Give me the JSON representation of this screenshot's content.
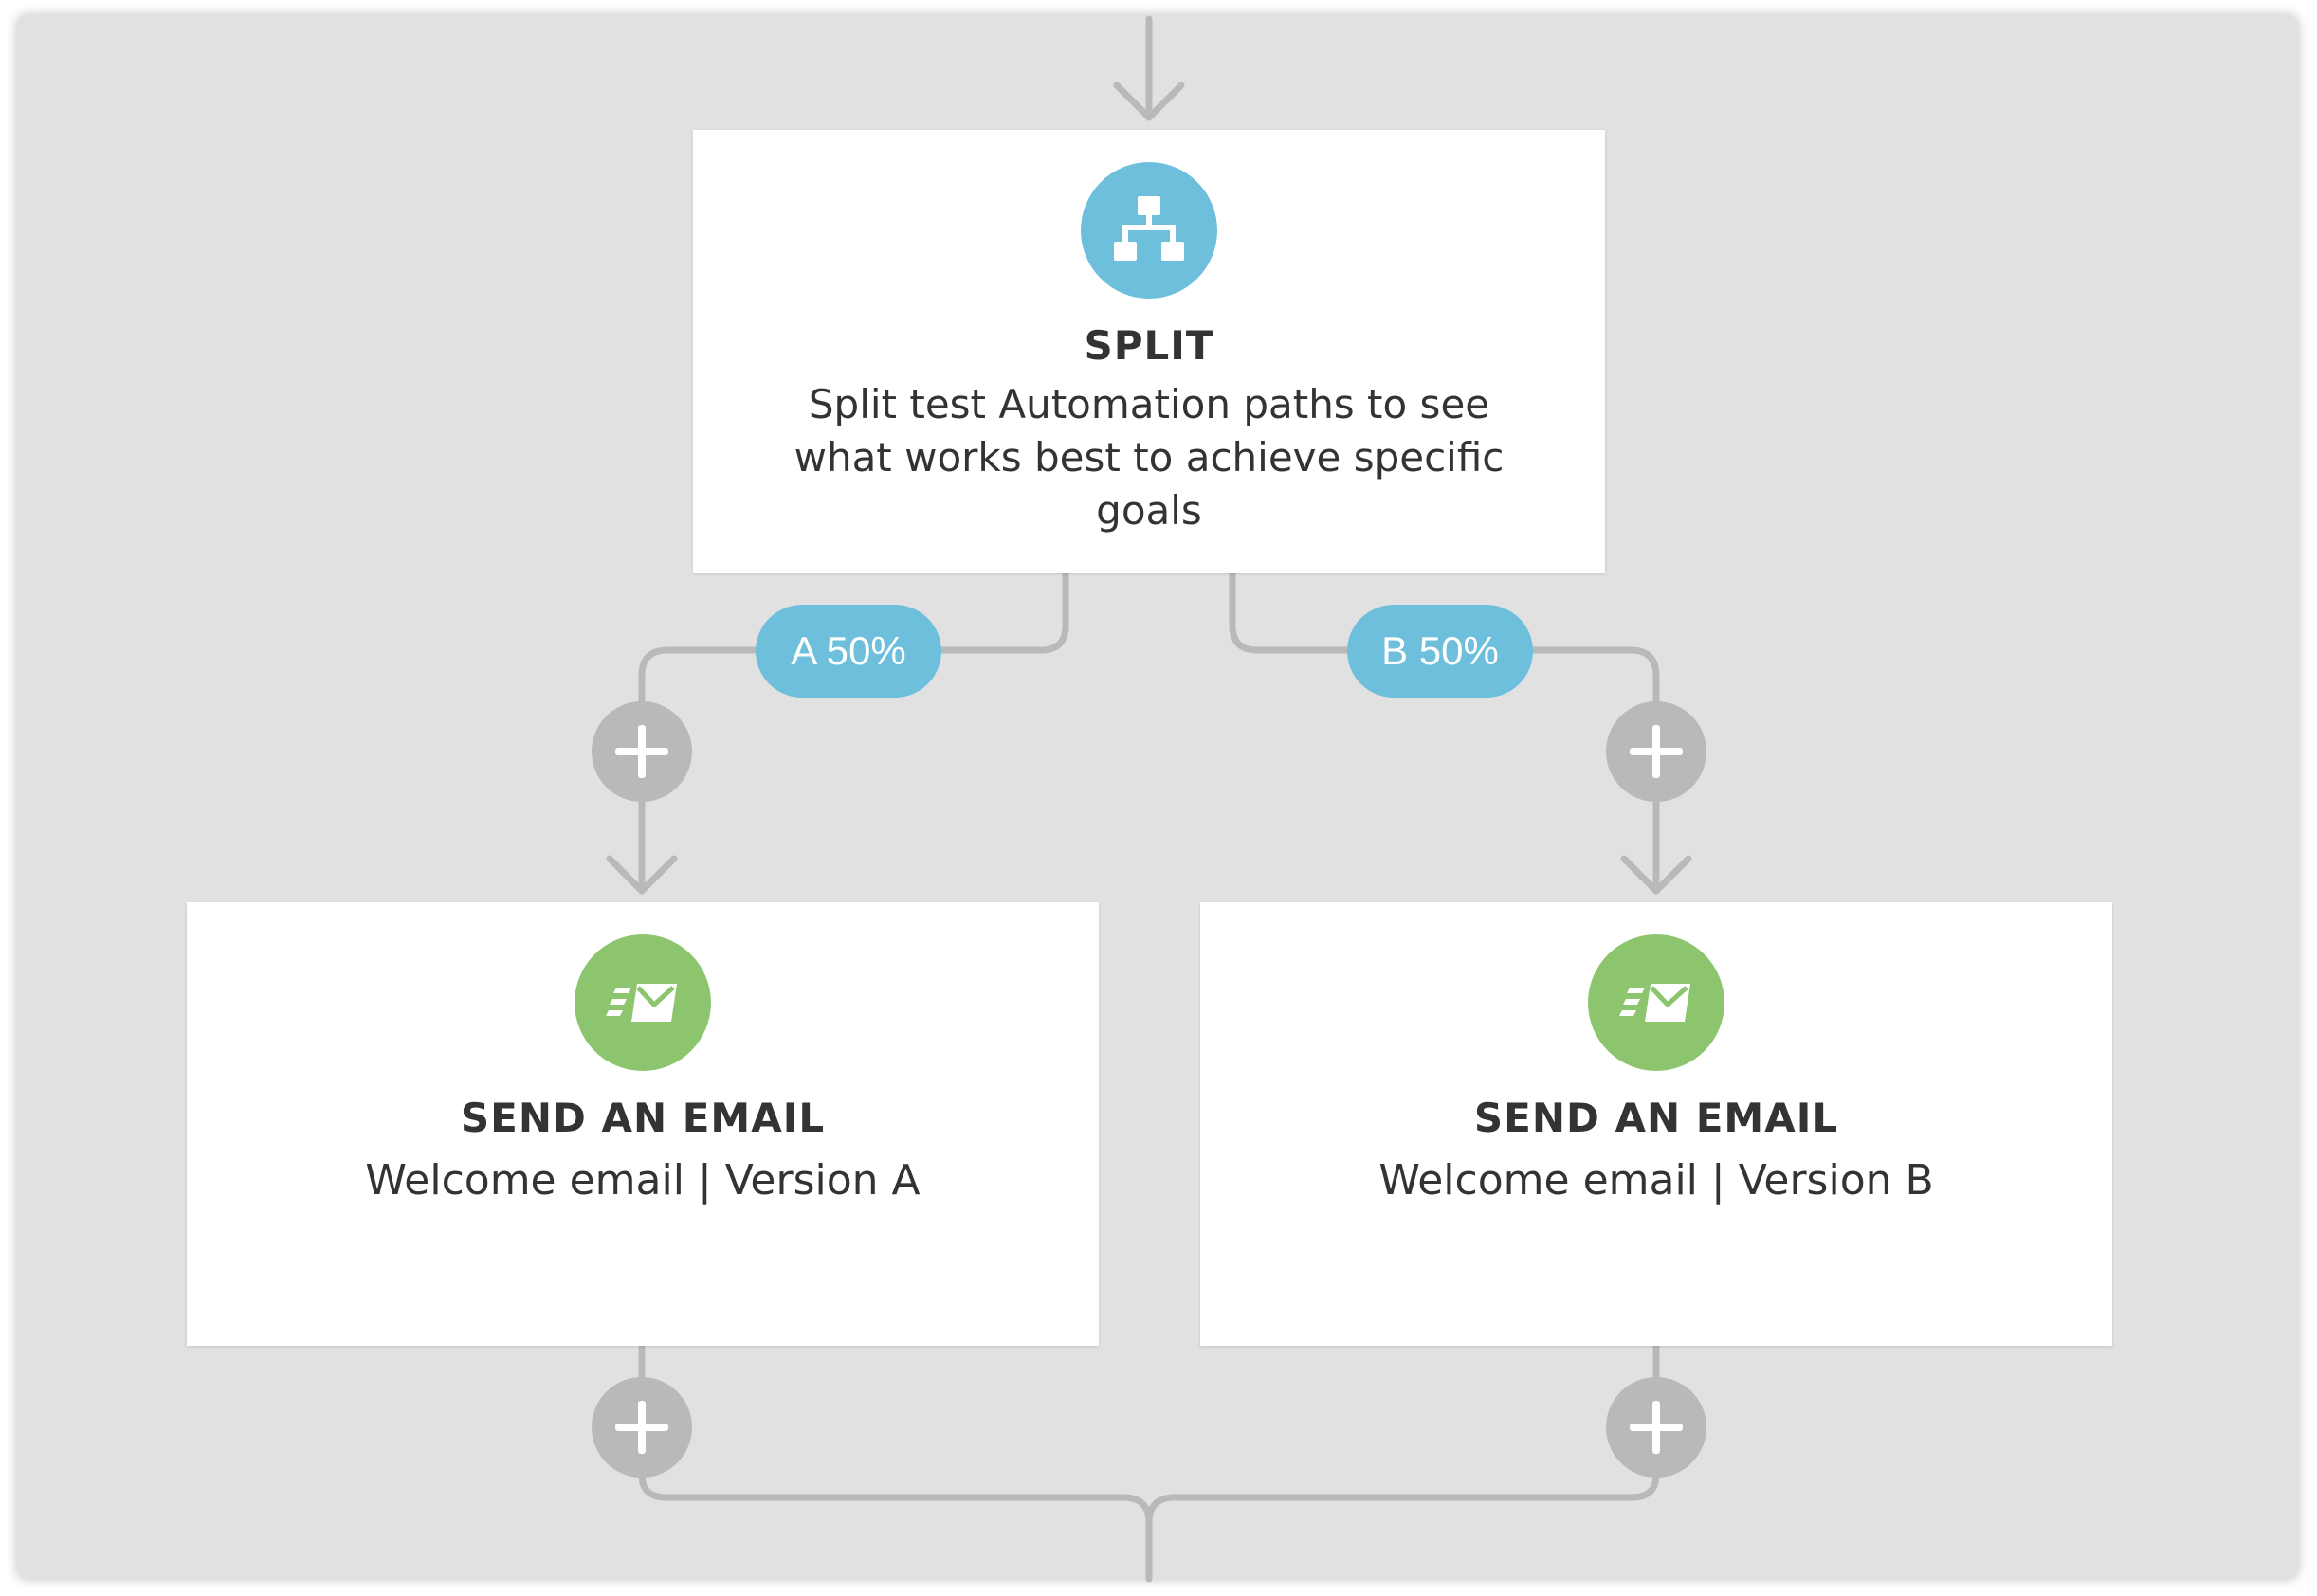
{
  "split_node": {
    "icon": "sitemap-icon",
    "title": "SPLIT",
    "description": "Split test Automation paths to see what works best to achieve specific goals"
  },
  "branches": {
    "a_label": "A 50%",
    "b_label": "B 50%"
  },
  "email_a": {
    "icon": "email-send-icon",
    "title": "SEND AN EMAIL",
    "description": "Welcome email | Version A"
  },
  "email_b": {
    "icon": "email-send-icon",
    "title": "SEND AN EMAIL",
    "description": "Welcome email | Version B"
  },
  "colors": {
    "canvas_background": "#e1e1e1",
    "connector": "#b9b9b9",
    "split_accent": "#6dbfdc",
    "email_accent": "#8cc56e",
    "node_text": "#333333"
  }
}
